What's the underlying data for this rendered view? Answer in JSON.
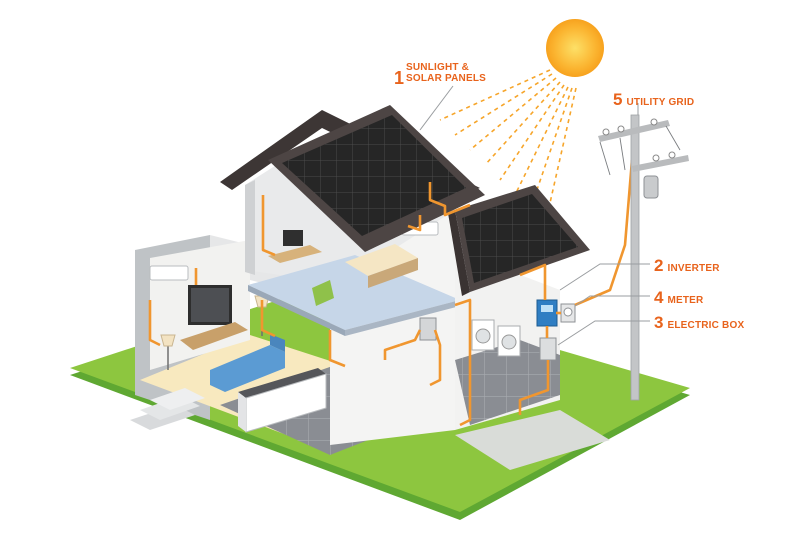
{
  "colors": {
    "accent": "#e8631c",
    "wire": "#f0962f",
    "grass": "#7ac143",
    "sun": "#fbb531",
    "panel": "#2b2b2b",
    "roof": "#4a4241"
  },
  "callouts": [
    {
      "id": "sunlight",
      "number": "1",
      "label_line1": "SUNLIGHT &",
      "label_line2": "SOLAR PANELS"
    },
    {
      "id": "inverter",
      "number": "2",
      "label": "INVERTER"
    },
    {
      "id": "electric-box",
      "number": "3",
      "label": "ELECTRIC BOX"
    },
    {
      "id": "meter",
      "number": "4",
      "label": "METER"
    },
    {
      "id": "utility-grid",
      "number": "5",
      "label": "UTILITY GRID"
    }
  ]
}
